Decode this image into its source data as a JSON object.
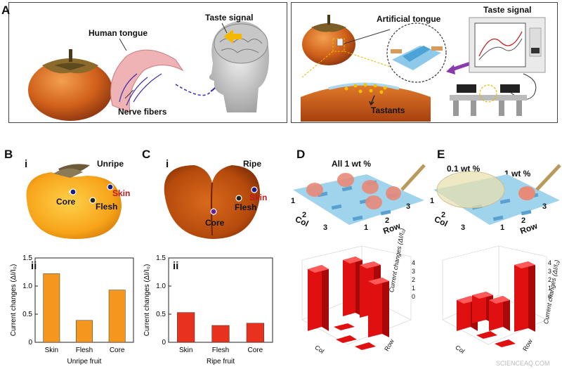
{
  "panels": {
    "A": "A",
    "B": "B",
    "C": "C",
    "D": "D",
    "E": "E",
    "roman_i": "i",
    "roman_ii": "ii"
  },
  "panelA": {
    "human_tongue": "Human tongue",
    "nerve_fibers": "Nerve fibers",
    "taste_signal_left": "Taste signal",
    "artificial_tongue": "Artificial tongue",
    "taste_signal_right": "Taste signal",
    "tastants": "Tastants"
  },
  "panelB": {
    "state": "Unripe",
    "skin": "Skin",
    "core": "Core",
    "flesh": "Flesh"
  },
  "panelC": {
    "state": "Ripe",
    "skin": "Skin",
    "flesh": "Flesh",
    "core": "Core"
  },
  "panelD": {
    "concentration": "All 1 wt %",
    "col": "Col",
    "row": "Row",
    "col_ticks": [
      "1",
      "2",
      "3"
    ],
    "row_ticks": [
      "1",
      "2",
      "3"
    ],
    "bar_ylabel": "Current changes (ΔI/I₀)",
    "bar_zticks": [
      "0",
      "1",
      "2",
      "3",
      "4"
    ],
    "bar_col": "Col",
    "bar_row": "Row"
  },
  "panelE": {
    "conc_low": "0.1 wt %",
    "conc_high": "1 wt %",
    "col": "Col",
    "row": "Row",
    "col_ticks": [
      "1",
      "2",
      "3"
    ],
    "row_ticks": [
      "1",
      "2",
      "3"
    ],
    "bar_ylabel": "Current changes (ΔI/I₀)",
    "bar_zticks": [
      "0",
      "1",
      "2",
      "3",
      "4"
    ],
    "bar_col": "Col",
    "bar_row": "Row"
  },
  "watermark": "SCIENCEAQ.COM",
  "chart_data": [
    {
      "type": "bar",
      "panel": "B-ii",
      "categories": [
        "Skin",
        "Flesh",
        "Core"
      ],
      "values": [
        1.22,
        0.39,
        0.93
      ],
      "xlabel": "Unripe fruit",
      "ylabel": "Current changes (ΔI/I₀)",
      "ylim": [
        0,
        1.5
      ],
      "yticks": [
        "0",
        "0.5",
        "1.0",
        "1.5"
      ],
      "color": "#f5961e"
    },
    {
      "type": "bar",
      "panel": "C-ii",
      "categories": [
        "Skin",
        "Flesh",
        "Core"
      ],
      "values": [
        0.53,
        0.3,
        0.34
      ],
      "xlabel": "Ripe fruit",
      "ylabel": "Current changes (ΔI/I₀)",
      "ylim": [
        0,
        1.5
      ],
      "yticks": [
        "0",
        "0.5",
        "1.0",
        "1.5"
      ],
      "color": "#e8321e"
    }
  ]
}
